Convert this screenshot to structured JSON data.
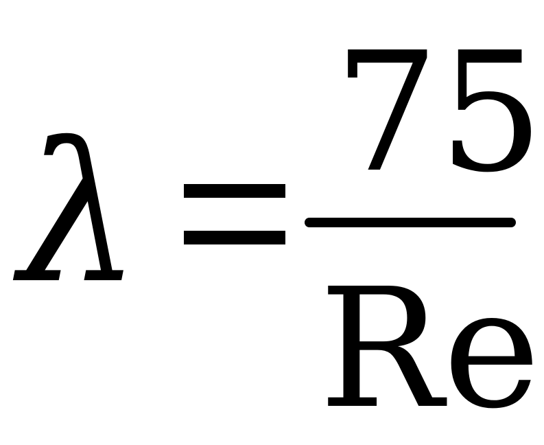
{
  "equation": {
    "lhs": "λ",
    "numerator": "75",
    "denominator": "Re"
  }
}
